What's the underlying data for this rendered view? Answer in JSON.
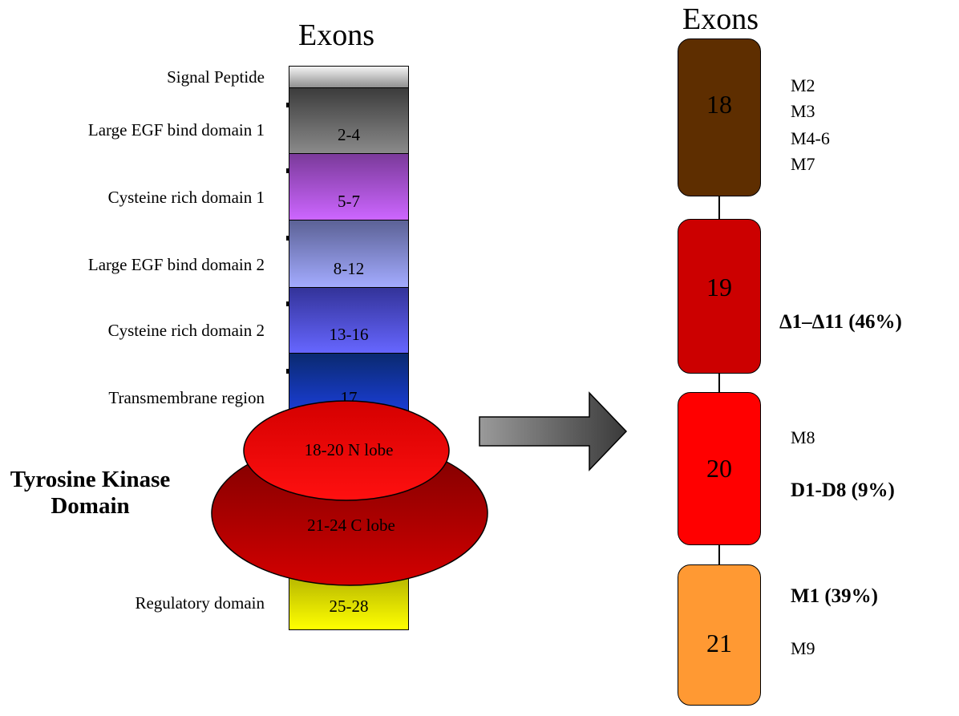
{
  "left_title": "Exons",
  "right_title": "Exons",
  "domains": [
    {
      "label": "Signal Peptide",
      "exons": ""
    },
    {
      "label": "Large EGF bind domain 1",
      "exons": "2-4"
    },
    {
      "label": "Cysteine rich domain 1",
      "exons": "5-7"
    },
    {
      "label": "Large EGF bind domain 2",
      "exons": "8-12"
    },
    {
      "label": "Cysteine rich domain 2",
      "exons": "13-16"
    },
    {
      "label": "Transmembrane region",
      "exons": "17"
    },
    {
      "label": "Regulatory domain",
      "exons": "25-28"
    }
  ],
  "kinase": {
    "label_line1": "Tyrosine Kinase",
    "label_line2": "Domain",
    "n_lobe": "18-20 N lobe",
    "c_lobe": "21-24 C lobe"
  },
  "exons_detail": [
    {
      "number": "18",
      "color": "#5e2e00"
    },
    {
      "number": "19",
      "color": "#cc0000"
    },
    {
      "number": "20",
      "color": "#ff0000"
    },
    {
      "number": "21",
      "color": "#ff9933"
    }
  ],
  "mutations": {
    "exon18": [
      "M2",
      "M3",
      "M4-6",
      "M7"
    ],
    "exon19": "Δ1–Δ11 (46%)",
    "exon20_a": "M8",
    "exon20_b": "D1-D8 (9%)",
    "exon21_a": "M1 (39%)",
    "exon21_b": "M9"
  },
  "colors": {
    "signal_peptide": "#d0d0d0",
    "egf1": "#606060",
    "cys1": "#b84ee0",
    "egf2": "#8f96ee",
    "cys2": "#4f51e6",
    "tm": "#1433b8",
    "regulatory": "#f2f200",
    "n_lobe": "#ff0000",
    "c_lobe": "#b00000",
    "arrow": "#555555"
  }
}
